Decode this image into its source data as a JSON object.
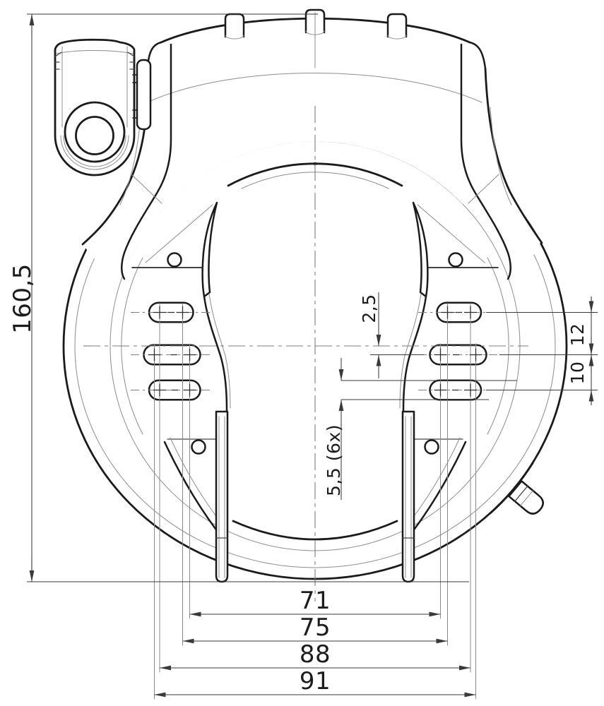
{
  "drawing": {
    "kind": "technical-dimension-drawing",
    "subject": "bicycle-frame-ring-lock-front-view",
    "background": "#ffffff",
    "colors": {
      "outline_thick": "#1b1b1b",
      "outline_thin": "#8c8c8c",
      "dimension_lines": "#3a3a3a",
      "dimension_text": "#1c1c1c"
    },
    "labels": {
      "overall_height": "160,5",
      "center_offset": "2,5",
      "row_pitch_upper": "12",
      "row_pitch_lower": "10",
      "slot_width_note": "5,5  (6x)",
      "width_inner": "71",
      "width_mid": "75",
      "width_outer": "88",
      "width_full": "91"
    }
  }
}
